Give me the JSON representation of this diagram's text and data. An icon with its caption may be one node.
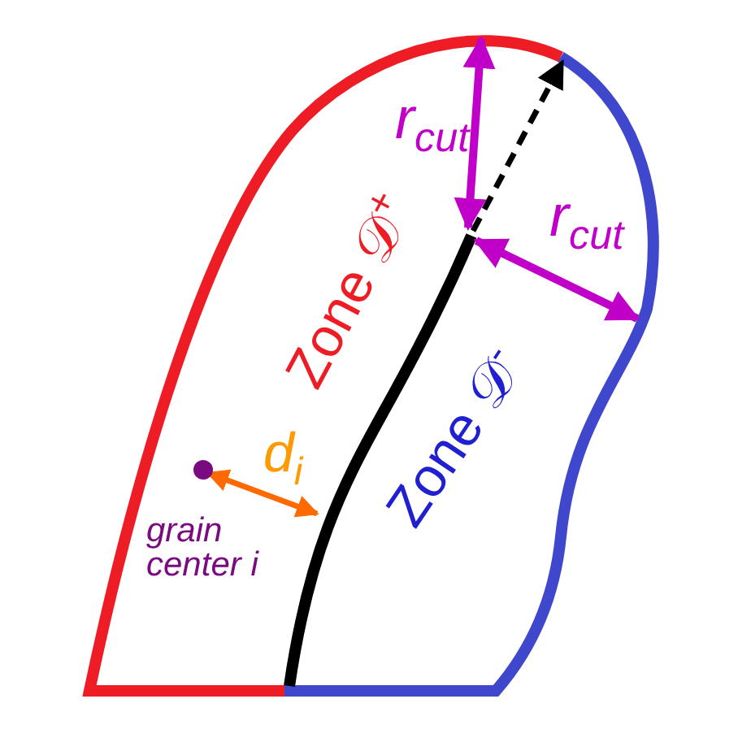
{
  "diagram": {
    "labels": [
      "r$_{cut}$",
      "r$_{cut}$",
      "Zone 𝒟$^{+}$",
      "Zone 𝒟$^{-}$",
      "d$_{i}$",
      "grain center i"
    ]
  }
}
